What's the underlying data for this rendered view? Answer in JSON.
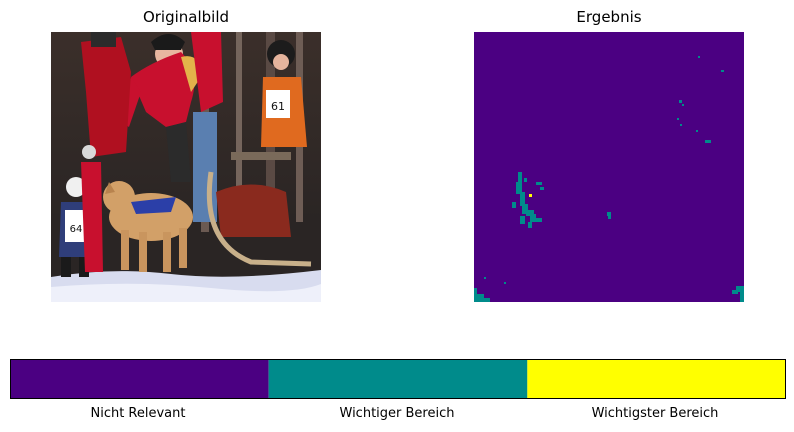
{
  "panels": {
    "left_title": "Originalbild",
    "right_title": "Ergebnis"
  },
  "photo": {
    "description_icons": [
      "dog-icon",
      "sled-icon",
      "person-icon"
    ],
    "bib_numbers": [
      "61",
      "64"
    ]
  },
  "chart_data": {
    "type": "heatmap",
    "colorbar": {
      "categories": [
        "Nicht Relevant",
        "Wichtiger Bereich",
        "Wichtigster Bereich"
      ],
      "colors": [
        "#4b0082",
        "#008b8b",
        "#ffff00"
      ]
    },
    "background_class": "Nicht Relevant"
  }
}
